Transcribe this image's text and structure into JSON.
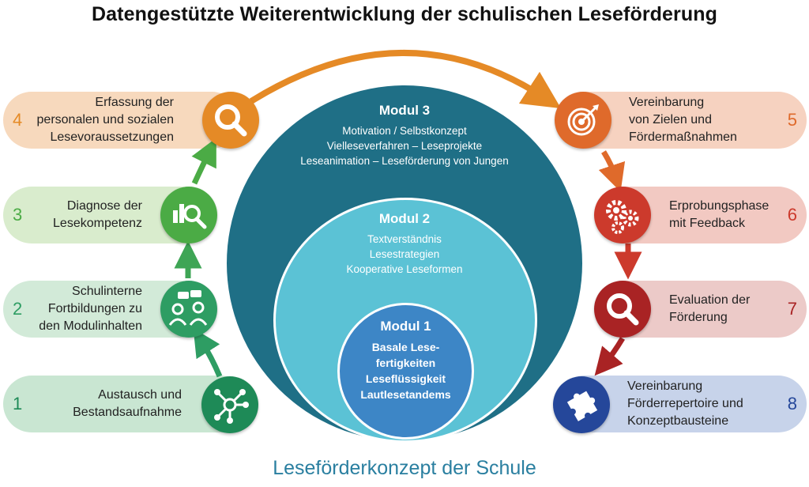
{
  "title": "Datengestützte Weiterentwicklung der schulischen Leseförderung",
  "footer": "Leseförderkonzept der Schule",
  "steps": [
    {
      "num": "1",
      "lines": [
        "Austausch und",
        "Bestandsaufnahme"
      ],
      "icon": "network-icon"
    },
    {
      "num": "2",
      "lines": [
        "Schulinterne",
        "Fortbildungen zu",
        "den Modulinhalten"
      ],
      "icon": "people-discussion-icon"
    },
    {
      "num": "3",
      "lines": [
        "Diagnose der",
        "Lesekompetenz"
      ],
      "icon": "chart-magnifier-icon"
    },
    {
      "num": "4",
      "lines": [
        "Erfassung der",
        "personalen und sozialen",
        "Lesevoraussetzungen"
      ],
      "icon": "magnifier-icon"
    },
    {
      "num": "5",
      "lines": [
        "Vereinbarung",
        "von Zielen und",
        "Fördermaßnahmen"
      ],
      "icon": "target-icon"
    },
    {
      "num": "6",
      "lines": [
        "Erprobungsphase",
        "mit Feedback"
      ],
      "icon": "gears-icon"
    },
    {
      "num": "7",
      "lines": [
        "Evaluation der",
        "Förderung"
      ],
      "icon": "magnifier-icon"
    },
    {
      "num": "8",
      "lines": [
        "Vereinbarung",
        "Förderrepertoire und",
        "Konzeptbausteine"
      ],
      "icon": "puzzle-icon"
    }
  ],
  "modules": [
    {
      "title": "Modul 3",
      "items": [
        "Motivation / Selbstkonzept",
        "Vielleseverfahren – Leseprojekte",
        "Leseanimation – Leseförderung von Jungen"
      ]
    },
    {
      "title": "Modul 2",
      "items": [
        "Textverständnis",
        "Lesestrategien",
        "Kooperative Leseformen"
      ]
    },
    {
      "title": "Modul 1",
      "items": [
        "Basale Lese-",
        "fertigkeiten",
        "Leseflüssigkeit",
        "Lautlesetandems"
      ]
    }
  ],
  "colors": {
    "s1": "#1e8a57",
    "s1bg": "#c9e6d2",
    "s2": "#2e9d63",
    "s2bg": "#d2ead8",
    "s3": "#4bab45",
    "s3bg": "#d9eccd",
    "s4": "#e58a26",
    "s4bg": "#f7d9bd",
    "s5": "#df6a2b",
    "s5bg": "#f6d2c0",
    "s6": "#cc3a2c",
    "s6bg": "#f2c9c2",
    "s7": "#a92324",
    "s7bg": "#eccac8",
    "s8": "#25479a",
    "s8bg": "#c7d3ea",
    "modul3": "#1f6f86",
    "modul2": "#5bc2d5",
    "modul1": "#3d86c6",
    "footer": "#2a7fa0"
  }
}
